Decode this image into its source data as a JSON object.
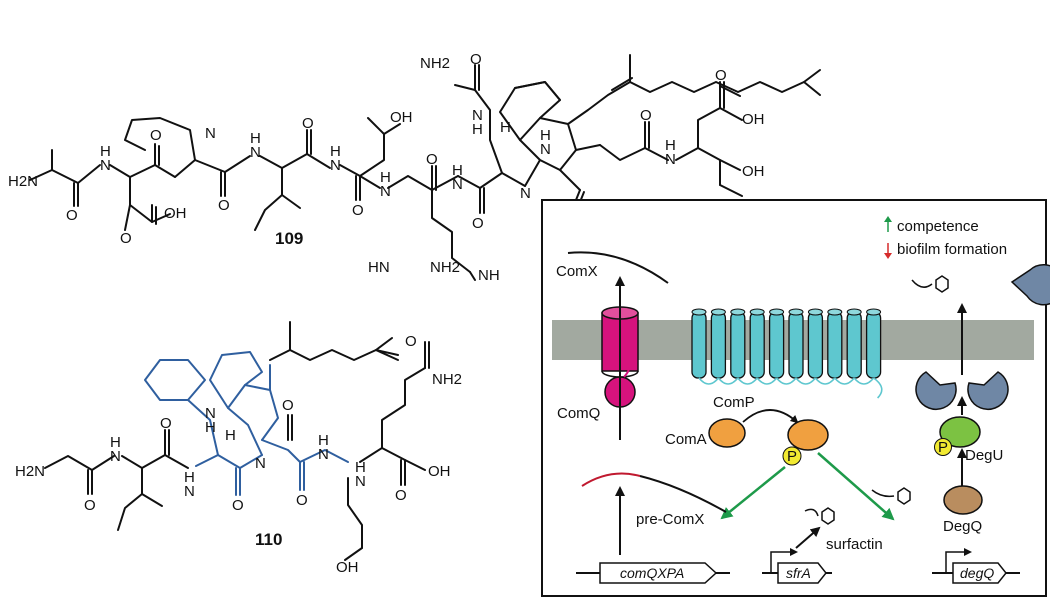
{
  "compounds": {
    "c109": {
      "number": "109",
      "labels": {
        "h2n": "H2N",
        "nh1": "H",
        "n1": "N",
        "n2": "N",
        "o1": "O",
        "o2": "O",
        "oh1": "OH",
        "o3": "O",
        "nh2": "H",
        "n3": "N",
        "o4": "O",
        "nh3": "H",
        "n4": "N",
        "oh2": "OH",
        "o5": "O",
        "nh4": "H",
        "n5": "N",
        "o6": "O",
        "nh5": "H",
        "n6": "N",
        "o7": "O",
        "nh2b": "NH2",
        "nh6": "NH",
        "hn": "HN",
        "nh2c": "NH2",
        "nh7": "N",
        "hh": "H",
        "n7": "N",
        "nh8": "H",
        "o8": "O",
        "n8": "N",
        "o9": "O",
        "nh9": "H",
        "n9": "N",
        "o10": "O",
        "oh3": "OH",
        "oh4": "OH",
        "o11": "O",
        "o12": "O",
        "nh10": "H"
      }
    },
    "c110": {
      "number": "110",
      "labels": {
        "h2n": "H2N",
        "nh1": "H",
        "n1": "N",
        "o1": "O",
        "nh2": "H",
        "n2": "N",
        "o2": "O",
        "nh3": "N",
        "hh": "H",
        "n3": "N",
        "o3": "O",
        "nh4": "H",
        "n4": "N",
        "o4": "O",
        "nh5": "H",
        "n5": "N",
        "oh1": "OH",
        "o5": "O",
        "nh2b": "NH2",
        "o6": "O",
        "oh2": "OH",
        "o7": "O",
        "nhh": "H"
      }
    }
  },
  "pathway": {
    "legend": {
      "up": "competence",
      "down": "biofilm formation"
    },
    "labels": {
      "comx": "ComX",
      "comq": "ComQ",
      "comp": "ComP",
      "coma": "ComA",
      "p1": "P",
      "p2": "P",
      "degu": "DegU",
      "degq": "DegQ",
      "prec": "pre-ComX",
      "surf": "surfactin",
      "g1": "comQXPA",
      "g2": "sfrA",
      "g3": "degQ"
    },
    "colors": {
      "membrane": "#a2a9a0",
      "comx_barrel": "#d6137d",
      "comp": "#5ec7cf",
      "coma": "#f0a040",
      "phospho": "#f2ea32",
      "degu": "#7cc242",
      "degq": "#b98d5f",
      "pac": "#6f87a5",
      "arrow_green": "#1e9a4a",
      "arrow_red": "#d62b2b",
      "blue_structure": "#2f5f9f",
      "precursor_red": "#c0192f"
    }
  }
}
